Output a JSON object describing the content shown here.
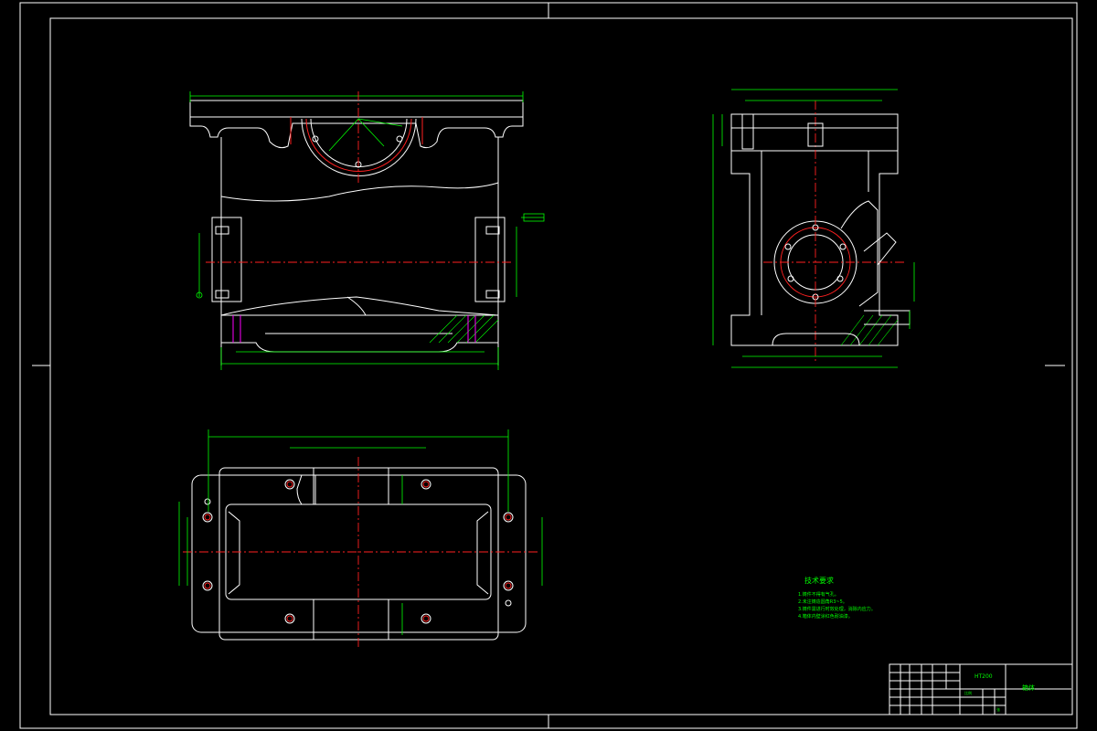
{
  "notes": {
    "title": "技术要求",
    "items": [
      "1.铸件不得有气孔。",
      "2.未注铸造圆角R3~5。",
      "3.铸件需进行时效处理，消除内应力。",
      "4.箱体内壁涂红色耐油漆。"
    ]
  },
  "title_block": {
    "part_name": "箱体",
    "drawing_no": "",
    "scale_label": "比例",
    "material": "HT200",
    "sheet_label": "张"
  },
  "colors": {
    "outline": "#ffffff",
    "dimension": "#00ff00",
    "centerline": "#ff2020",
    "thread": "#ff00ff",
    "background": "#000000"
  }
}
